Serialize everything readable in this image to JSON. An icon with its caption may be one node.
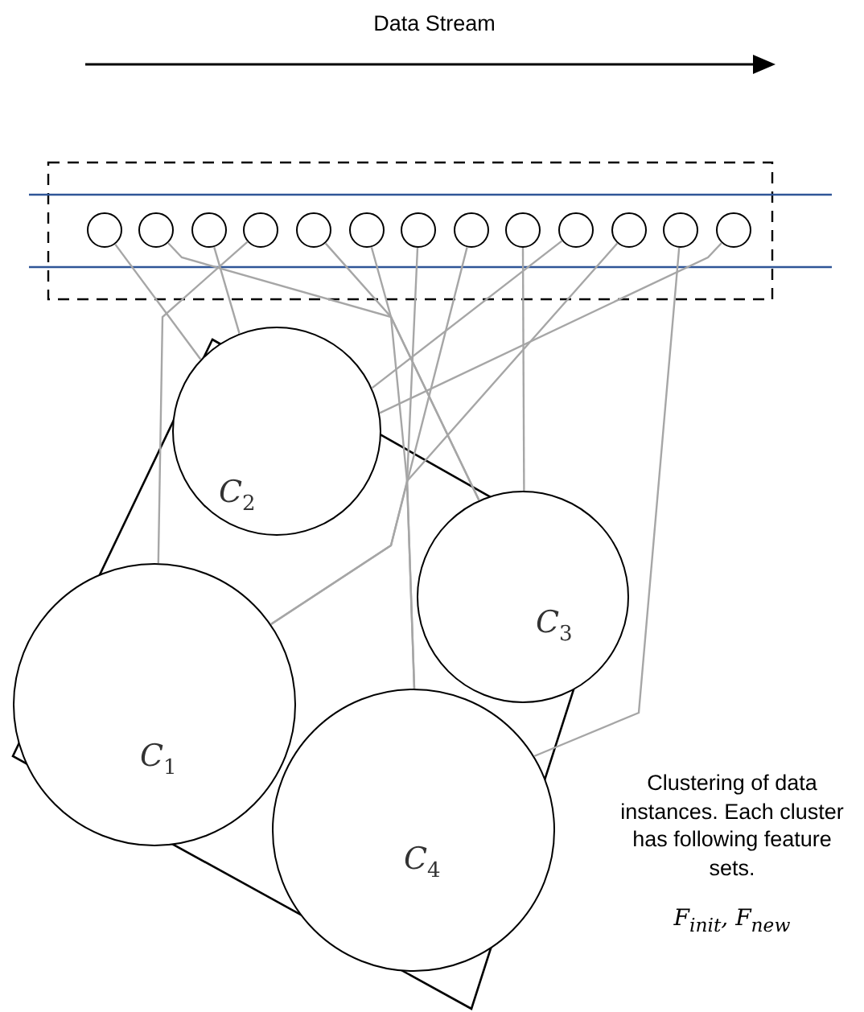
{
  "diagram": {
    "nodes": [
      {
        "text": [],
        "shape": "circle"
      },
      {
        "text": [],
        "shape": "circle"
      },
      {
        "text": [],
        "shape": "circle"
      },
      {
        "text": [],
        "shape": "circle"
      },
      {
        "text": [],
        "shape": "circle"
      },
      {
        "text": [],
        "shape": "circle"
      },
      {
        "text": [],
        "shape": "circle"
      },
      {
        "text": [],
        "shape": "circle"
      },
      {
        "text": [],
        "shape": "circle"
      },
      {
        "text": [],
        "shape": "circle"
      },
      {
        "text": [],
        "shape": "circle"
      },
      {
        "text": [],
        "shape": "circle"
      },
      {
        "text": [],
        "shape": "circle"
      },
      {
        "text": [
          "C$_{2}$"
        ]
      },
      {
        "text": [
          "C$_{3}$"
        ]
      },
      {
        "text": [
          "C$_{1}$"
        ]
      },
      {
        "text": [
          "C$_{4}$"
        ]
      }
    ],
    "edges": [
      {
        "from": 0,
        "to": 13,
        "arrow": "none"
      },
      {
        "from": 1,
        "to": 14,
        "arrow": "none"
      },
      {
        "from": 2,
        "to": 13,
        "arrow": "none"
      },
      {
        "from": 3,
        "to": 15,
        "arrow": "none"
      },
      {
        "from": 4,
        "to": 14,
        "arrow": "none"
      },
      {
        "from": 5,
        "to": 16,
        "arrow": "none"
      },
      {
        "from": 6,
        "to": 16,
        "arrow": "none"
      },
      {
        "from": 7,
        "to": 15,
        "arrow": "none"
      },
      {
        "from": 8,
        "to": 14,
        "arrow": "none"
      },
      {
        "from": 9,
        "to": 13,
        "arrow": "none"
      },
      {
        "from": 10,
        "to": 15,
        "arrow": "none"
      },
      {
        "from": 11,
        "to": 16,
        "arrow": "none"
      },
      {
        "from": 12,
        "to": 13,
        "arrow": "none"
      }
    ],
    "labels": [
      "Data Stream",
      "Clustering of data instances. Each cluster has following feature sets.",
      "F$_{init}$, F$_{new}$"
    ]
  }
}
